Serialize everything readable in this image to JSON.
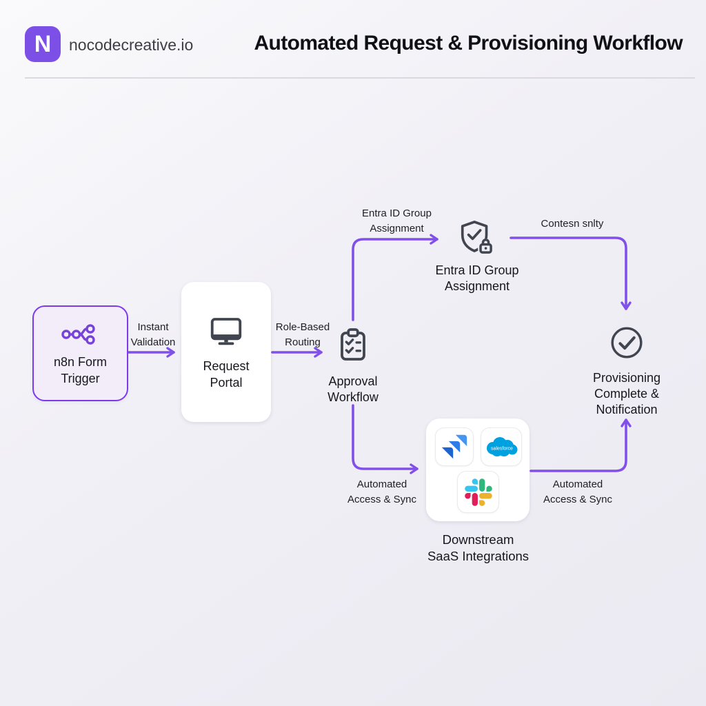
{
  "header": {
    "logo_letter": "N",
    "brand": "nocodecreative.io",
    "title": "Automated Request & Provisioning Workflow"
  },
  "nodes": {
    "trigger": {
      "label": "n8n Form\nTrigger",
      "icon": "n8n-icon"
    },
    "portal": {
      "label": "Request\nPortal",
      "icon": "monitor-icon"
    },
    "approval": {
      "label": "Approval\nWorkflow",
      "icon": "clipboard-checklist-icon"
    },
    "entra": {
      "label": "Entra ID Group\nAssignment",
      "icon": "shield-check-lock-icon"
    },
    "provisioning": {
      "label": "Provisioning\nComplete &\nNotification",
      "icon": "check-circle-icon"
    },
    "downstream": {
      "label": "Downstream\nSaaS Integrations",
      "icons": [
        "jira-icon",
        "salesforce-icon",
        "slack-icon"
      ],
      "salesforce_text": "salesforce"
    }
  },
  "edges": {
    "validation": {
      "label": "Instant\nValidation"
    },
    "routing": {
      "label": "Role-Based\nRouting"
    },
    "entra_assignment": {
      "label": "Entra ID Group\nAssignment"
    },
    "context": {
      "label": "Contesn snlty"
    },
    "access_sync_left": {
      "label": "Automated\nAccess & Sync"
    },
    "access_sync_right": {
      "label": "Automated\nAccess & Sync"
    }
  },
  "colors": {
    "accent_border": "#7C3AED",
    "arrow": "#8150E9",
    "logo_bg": "#7C4FE6",
    "node_fill": "#F3EDFA",
    "icon_stroke": "#41454F",
    "n8n_purple": "#7742D8",
    "salesforce_blue": "#00A1E0",
    "jira_blue_top": "#4795F2",
    "jira_blue_mid": "#2F7CE8",
    "jira_blue_bottom": "#1E64CE",
    "slack_red": "#E01E5A",
    "slack_blue": "#36C5F0",
    "slack_green": "#2EB67D",
    "slack_yellow": "#ECB22E"
  }
}
